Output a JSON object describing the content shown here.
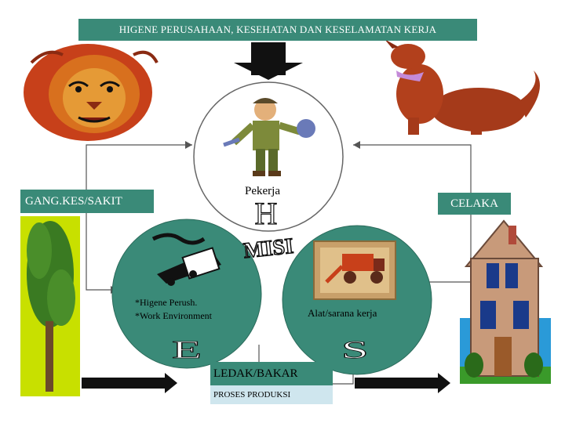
{
  "title": "HIGENE PERUSAHAAN, KESEHATAN DAN KESELAMATAN KERJA",
  "labels": {
    "gang": "GANG.KES/SAKIT",
    "celaka": "CELAKA",
    "pekerja": "Pekerja",
    "env_line1": "*Higene Perush.",
    "env_line2": "*Work Environment",
    "alat": "Alat/sarana kerja",
    "ledak": "LEDAK/BAKAR",
    "proses": "PROSES PRODUKSI"
  },
  "letters": {
    "h": "H",
    "misi": "MISI",
    "e": "E",
    "s": "S"
  },
  "icons": [
    "lion-icon",
    "dog-icon",
    "worker-icon",
    "tree-icon",
    "house-icon",
    "train-icon",
    "harvester-icon",
    "arrow-down-icon",
    "arrow-right-icon"
  ],
  "colors": {
    "box": "#3a8a78",
    "proses_box": "#cfe6ee",
    "circle_fill": "#3a8a78",
    "accent_red": "#b03a1e"
  }
}
